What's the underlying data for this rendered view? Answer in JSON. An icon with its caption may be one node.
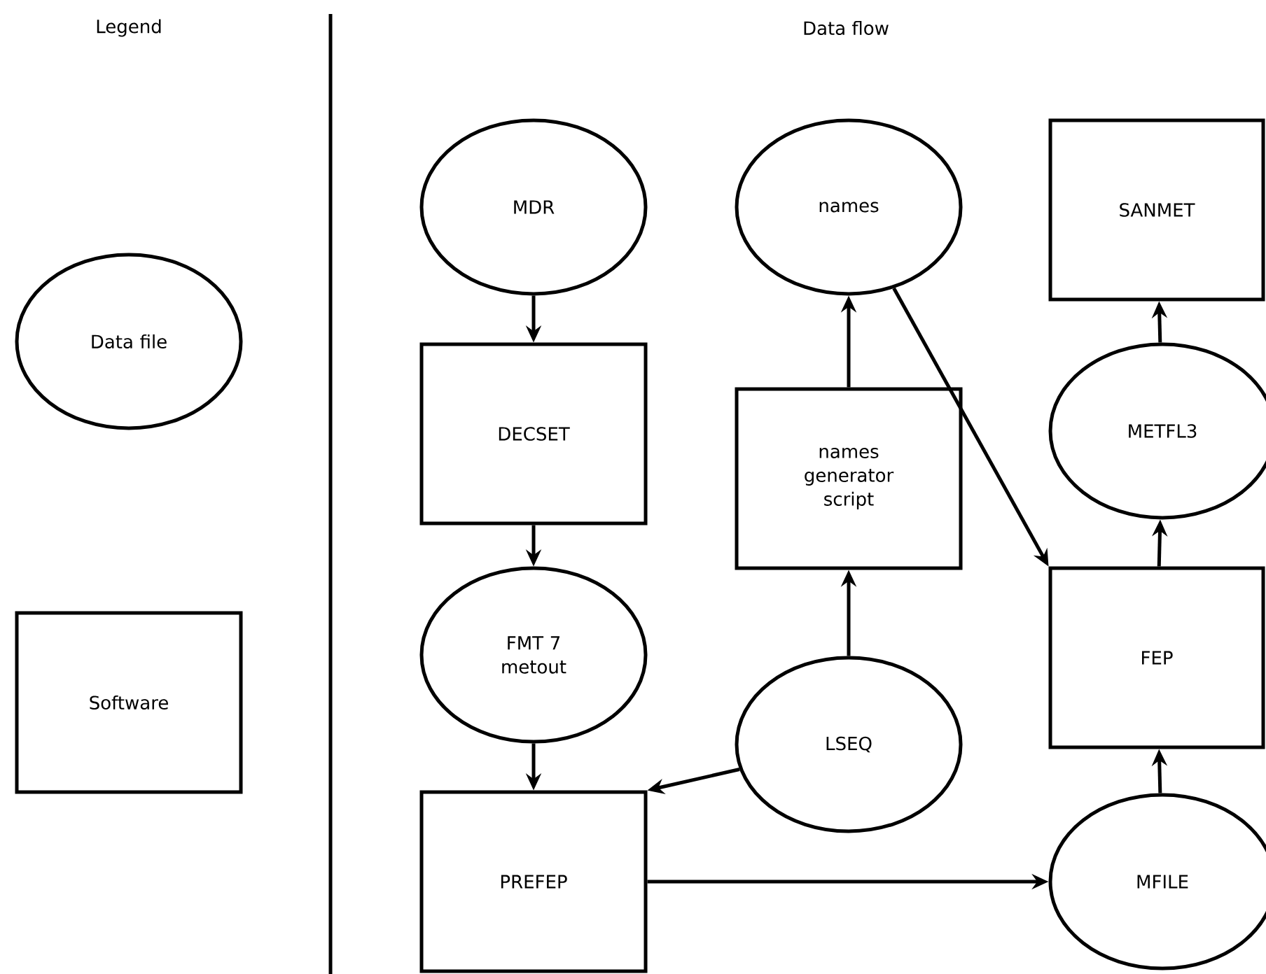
{
  "diagram": {
    "nodes": [
      {
        "text": [
          "Data file"
        ]
      },
      {
        "text": [
          "Software"
        ]
      },
      {
        "text": [
          "MDR"
        ]
      },
      {
        "text": [
          "names"
        ]
      },
      {
        "text": [
          "SANMET"
        ]
      },
      {
        "text": [
          "DECSET"
        ]
      },
      {
        "text": [
          "names generator script"
        ]
      },
      {
        "text": [
          "METFL3"
        ]
      },
      {
        "text": [
          "FMT 7 metout"
        ]
      },
      {
        "text": [
          "FEP"
        ]
      },
      {
        "text": [
          "LSEQ"
        ]
      },
      {
        "text": [
          "PREFEP"
        ]
      },
      {
        "text": [
          "MFILE"
        ]
      }
    ],
    "edges": [
      {
        "from": 2,
        "to": 5,
        "arrow": "to"
      },
      {
        "from": 5,
        "to": 8,
        "arrow": "to"
      },
      {
        "from": 8,
        "to": 11,
        "arrow": "to"
      },
      {
        "from": 10,
        "to": 11,
        "arrow": "to"
      },
      {
        "from": 10,
        "to": 6,
        "arrow": "to"
      },
      {
        "from": 6,
        "to": 3,
        "arrow": "to"
      },
      {
        "from": 3,
        "to": 9,
        "arrow": "to"
      },
      {
        "from": 11,
        "to": 12,
        "arrow": "to"
      },
      {
        "from": 12,
        "to": 9,
        "arrow": "to"
      },
      {
        "from": 9,
        "to": 7,
        "arrow": "to"
      },
      {
        "from": 7,
        "to": 4,
        "arrow": "to"
      }
    ],
    "labels": [
      "Legend",
      "Data flow"
    ]
  }
}
